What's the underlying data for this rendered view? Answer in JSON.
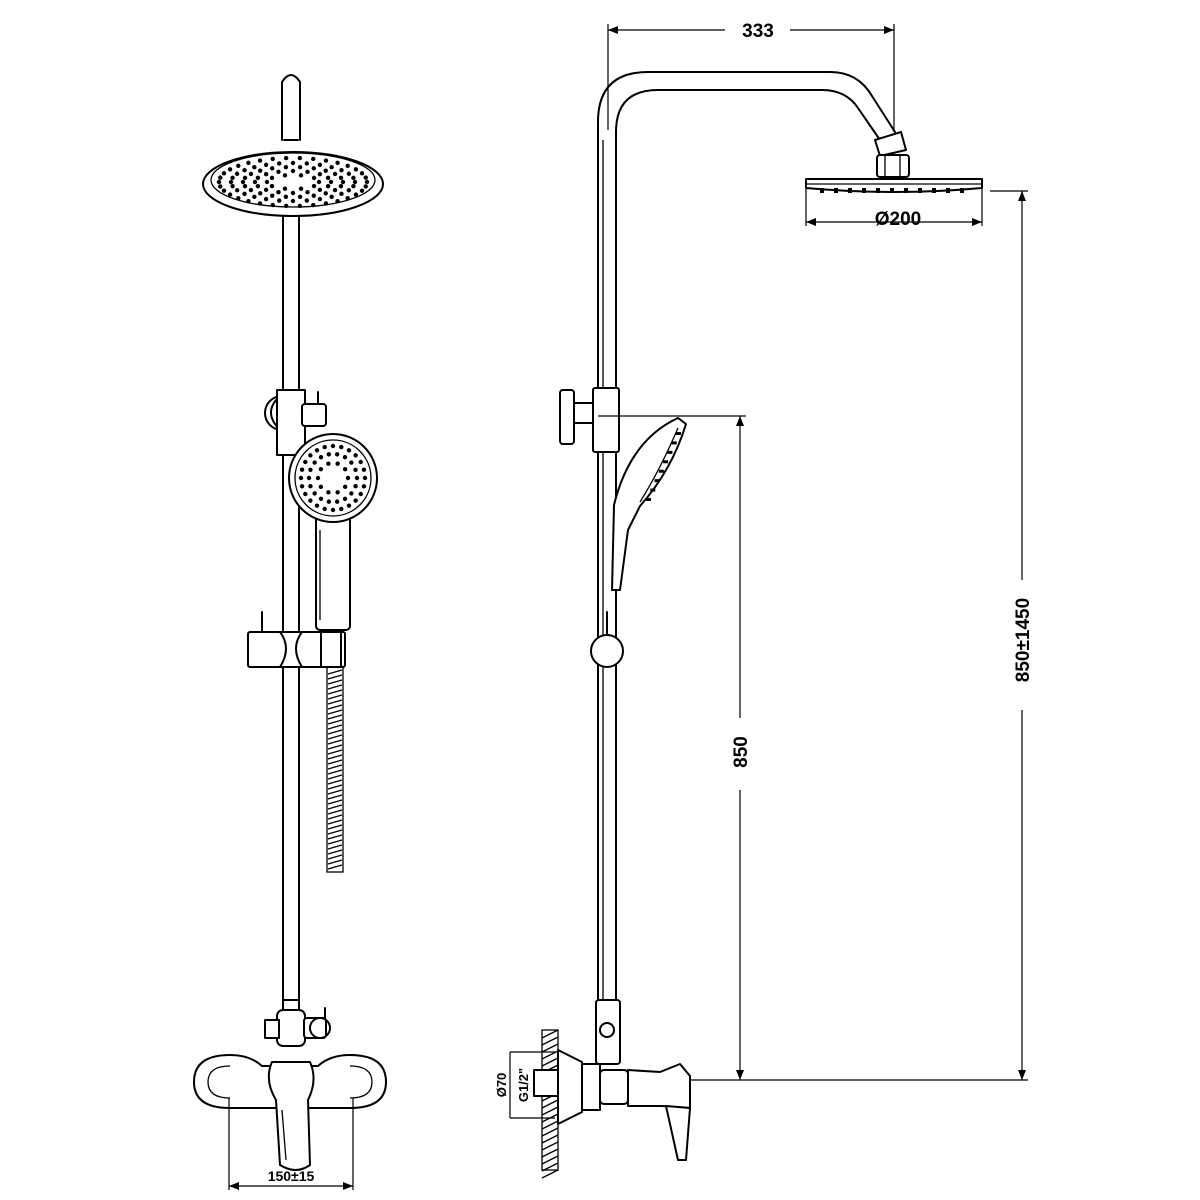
{
  "dimensions": {
    "arm_reach": "333",
    "head_diameter": "Ø200",
    "height_range": "850±1450",
    "mixer_height": "850",
    "inlet_spacing": "150±15",
    "wall_plate_diameter": "Ø70",
    "thread": "G1/2\""
  },
  "colors": {
    "line": "#000000",
    "background": "#ffffff"
  }
}
